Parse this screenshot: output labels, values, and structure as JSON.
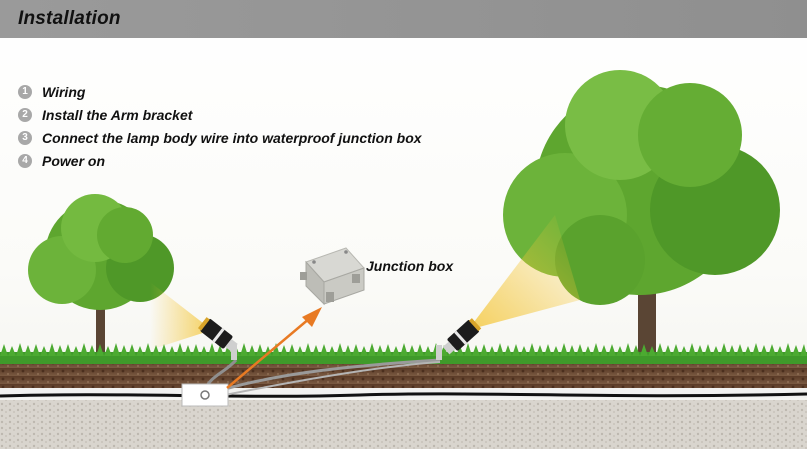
{
  "header": {
    "title": "Installation"
  },
  "steps": [
    {
      "number": "1",
      "text": "Wiring"
    },
    {
      "number": "2",
      "text": "Install the Arm bracket"
    },
    {
      "number": "3",
      "text": "Connect the lamp body wire into waterproof  junction box"
    },
    {
      "number": "4",
      "text": "Power on"
    }
  ],
  "junction_box": {
    "label": "Junction box"
  },
  "colors": {
    "header": "#959595",
    "grass": "#3f9a2a",
    "soil": "#6b4a34",
    "gravel": "#d6d2cb",
    "tree_green": "#5ea62f",
    "light_beam": "#f2c233",
    "arrow": "#e87a23",
    "cable": "#9a9a9a"
  },
  "icons": [
    "left-tree",
    "right-tree",
    "left-spotlight",
    "right-spotlight",
    "junction-box",
    "buried-junction-box",
    "arrow",
    "cable"
  ]
}
